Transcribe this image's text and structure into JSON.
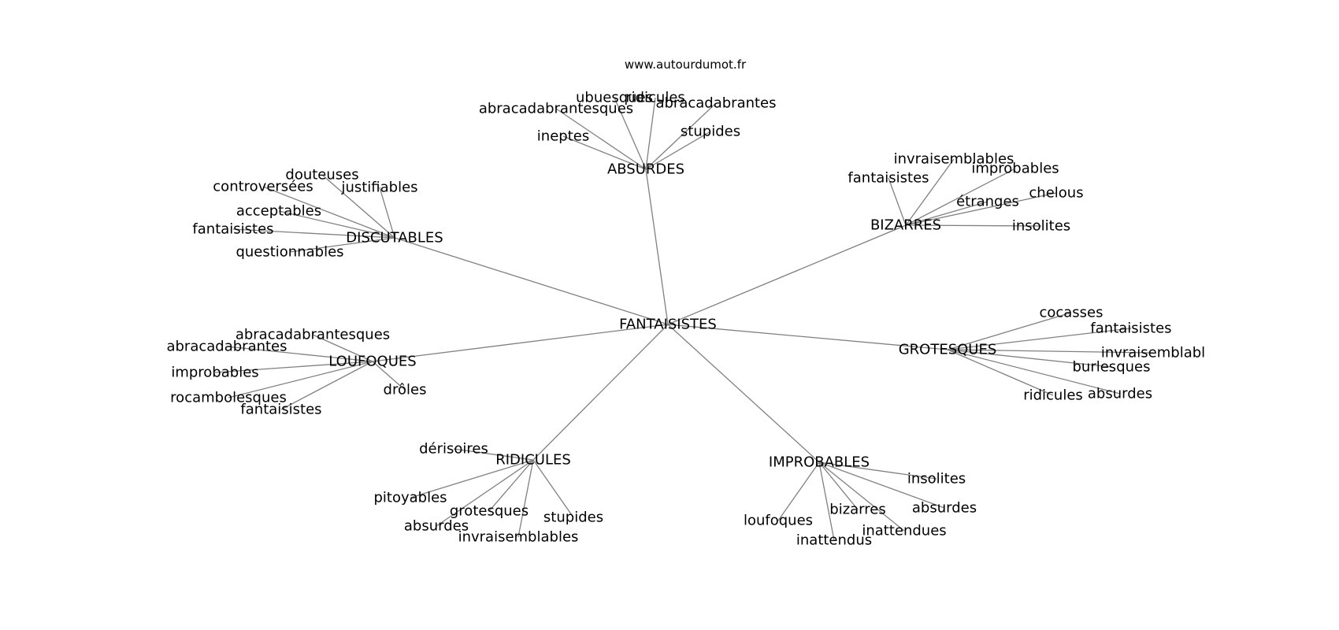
{
  "site": "www.autourdumot.fr",
  "root": "FANTAISISTES",
  "clusters": [
    {
      "label": "ABSURDES",
      "leaves": [
        "abracadabrantesques",
        "ubuesques",
        "ridicules",
        "abracadabrantes",
        "ineptes",
        "stupides"
      ]
    },
    {
      "label": "BIZARRES",
      "leaves": [
        "invraisemblables",
        "fantaisistes",
        "improbables",
        "chelous",
        "étranges",
        "insolites"
      ]
    },
    {
      "label": "DISCUTABLES",
      "leaves": [
        "douteuses",
        "controversées",
        "justifiables",
        "acceptables",
        "fantaisistes",
        "questionnables"
      ]
    },
    {
      "label": "LOUFOQUES",
      "leaves": [
        "abracadabrantesques",
        "abracadabrantes",
        "improbables",
        "rocambolesques",
        "fantaisistes",
        "drôles"
      ]
    },
    {
      "label": "GROTESQUES",
      "leaves": [
        "cocasses",
        "fantaisistes",
        "invraisemblabl",
        "burlesques",
        "ridicules",
        "absurdes"
      ]
    },
    {
      "label": "RIDICULES",
      "leaves": [
        "dérisoires",
        "pitoyables",
        "grotesques",
        "absurdes",
        "invraisemblables",
        "stupides"
      ]
    },
    {
      "label": "IMPROBABLES",
      "leaves": [
        "insolites",
        "absurdes",
        "bizarres",
        "inattendues",
        "loufoques",
        "inattendus"
      ]
    }
  ]
}
